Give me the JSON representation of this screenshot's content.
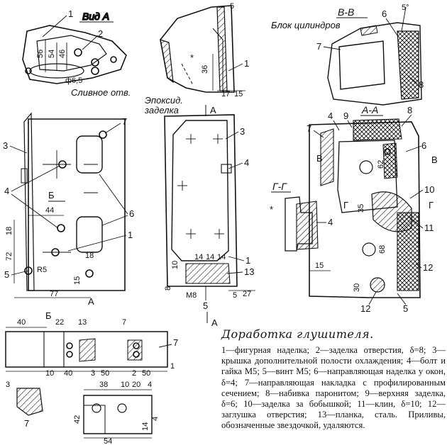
{
  "views": {
    "view_a": "Вид А",
    "section_vv": "В-В",
    "section_aa": "А-А",
    "section_gg": "Г-Г"
  },
  "notes": {
    "drain_hole": "Сливное отв.",
    "cylinder_block": "Блок цилиндров",
    "epoxy_1": "Эпоксид.",
    "epoxy_2": "заделка"
  },
  "dimensions": {
    "view_a": [
      "56",
      "54",
      "46",
      "ф6,5"
    ],
    "top_center": [
      "5",
      "36",
      "17",
      "15"
    ],
    "section_vv": [
      "5°"
    ],
    "left_main": [
      "44",
      "18",
      "72",
      "15",
      "R5",
      "18",
      "77"
    ],
    "center_main": [
      "14",
      "14",
      "14",
      "10",
      "8",
      "M8",
      "5",
      "27"
    ],
    "section_aa": [
      "62",
      "35",
      "68",
      "15",
      "30"
    ],
    "bottom_strip": [
      "40",
      "22",
      "13",
      "7",
      "10",
      "40",
      "3",
      "50",
      "2",
      "50",
      "1"
    ],
    "bottom_detail": [
      "38",
      "10",
      "20",
      "4",
      "42",
      "14",
      "4",
      "54",
      "3"
    ]
  },
  "callouts": {
    "view_a": [
      "1",
      "2"
    ],
    "top_center": [
      "1"
    ],
    "section_vv": [
      "6",
      "7",
      "8"
    ],
    "left_main": [
      "7",
      "3",
      "4",
      "6",
      "1",
      "5"
    ],
    "center_main": [
      "3",
      "4",
      "1",
      "13",
      "5"
    ],
    "section_aa": [
      "8",
      "4",
      "9",
      "7",
      "6",
      "10",
      "11",
      "12",
      "12",
      "5"
    ],
    "section_gg": [
      "4"
    ],
    "bottom_detail": [
      "7",
      "7"
    ]
  },
  "section_marks": {
    "b_left": [
      "Б",
      "Б"
    ],
    "a_letters": [
      "А",
      "А",
      "А"
    ],
    "v_letters": [
      "В",
      "В"
    ],
    "g_letters": [
      "Г",
      "Г"
    ]
  },
  "caption": {
    "title": "Доработка глушителя.",
    "body": "1—фигурная наделка; 2—заделка отверстия, δ=8; 3—крышка дополнительной полости охлаждения; 4—болт и гайка М5; 5—винт М5; 6—направляющая наделка у окон, δ=4; 7—направляющая накладка с профилированным сечением; 8—набивка паронитом; 9—верхняя заделка, δ=6; 10—заделка за бобышкой; 11—клин, δ=10; 12—заглушка отверстия; 13—планка, сталь. Приливы, обозначенные звездочкой, удаляются."
  }
}
